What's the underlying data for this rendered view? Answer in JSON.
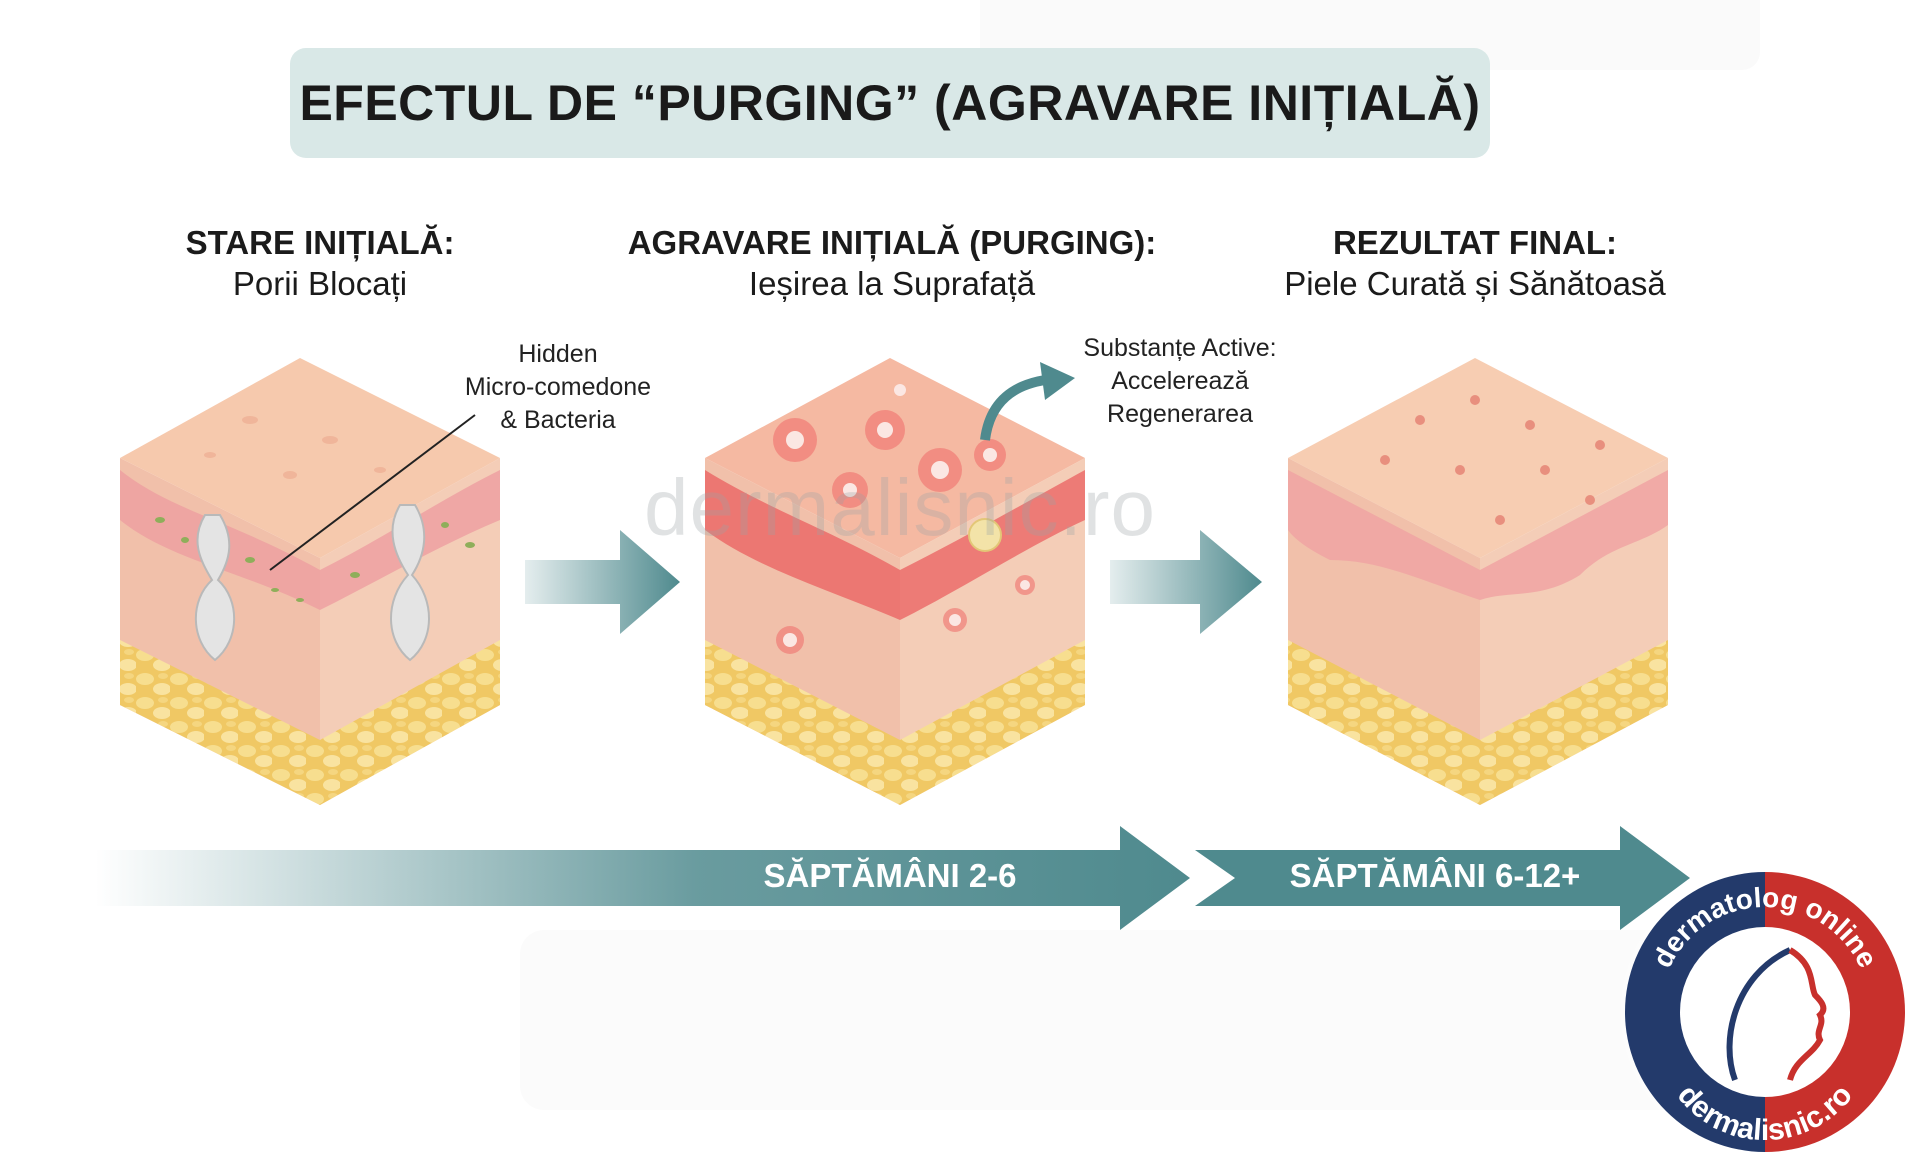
{
  "title": "EFECTUL DE “PURGING” (AGRAVARE INIȚIALĂ)",
  "stages": [
    {
      "heading": "STARE INIȚIALĂ:",
      "subtitle": "Porii Blocați"
    },
    {
      "heading": "AGRAVARE INIȚIALĂ (PURGING):",
      "subtitle": "Ieșirea la Suprafață"
    },
    {
      "heading": "REZULTAT FINAL:",
      "subtitle": "Piele Curată și Sănătoasă"
    }
  ],
  "callouts": {
    "hidden": [
      "Hidden",
      "Micro-comedone",
      "& Bacteria"
    ],
    "actives": [
      "Substanțe Active:",
      "Accelerează",
      "Regenerarea"
    ]
  },
  "timeline": {
    "segment_1": "SĂPTĂMÂNI 2-6",
    "segment_2": "SĂPTĂMÂNI 6-12+"
  },
  "watermark": "dermalisnic.ro",
  "badge": {
    "top_text": "dermatolog online",
    "bottom_text": "dermalisnic.ro",
    "colors": {
      "left": "#233a6b",
      "right": "#c8302c"
    }
  },
  "colors": {
    "banner": "#d9e8e7",
    "arrow": "#4f8a8e",
    "skin_top": "#f6c7ac",
    "skin_side": "#f2c4b0",
    "fat": "#f2cf72",
    "inflamed": "#e84c4a"
  }
}
